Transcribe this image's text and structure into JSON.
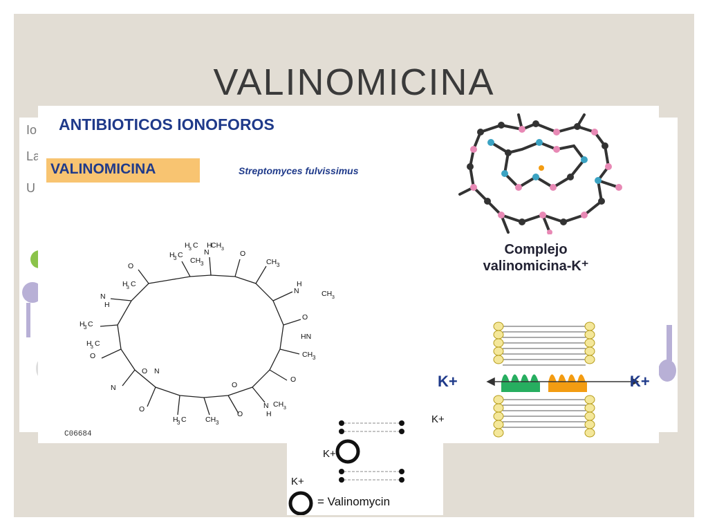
{
  "slide": {
    "title": "VALINOMICINA"
  },
  "background_text": {
    "line1": "Io",
    "line2": "La",
    "line3": "U"
  },
  "figure": {
    "heading": "ANTIBIOTICOS IONOFOROS",
    "highlight": "VALINOMICINA",
    "species": "Streptomyces fulvissimus",
    "complex_label_1": "Complejo",
    "complex_label_2": "valinomicina-K⁺",
    "k_left": "K+",
    "k_right": "K+",
    "code": "C06684"
  },
  "structure_labels": [
    "H3C",
    "CH3",
    "O",
    "N",
    "H",
    "CH3",
    "H3C",
    "O",
    "H3C",
    "CH3",
    "N",
    "H",
    "O"
  ],
  "insert": {
    "k_top": "K+",
    "k_ring": "K+",
    "k_legend": "K+",
    "legend_text": "= Valinomycin"
  },
  "colors": {
    "slide_bg": "#e2ddd4",
    "heading_blue": "#1f3a8a",
    "highlight_orange": "#f8c471",
    "deco_lavender": "#b8b0d6",
    "deco_green": "#8bc34a",
    "channel_green": "#27ae60",
    "channel_orange": "#f39c12",
    "lipid_yellow": "#f4e79a"
  }
}
